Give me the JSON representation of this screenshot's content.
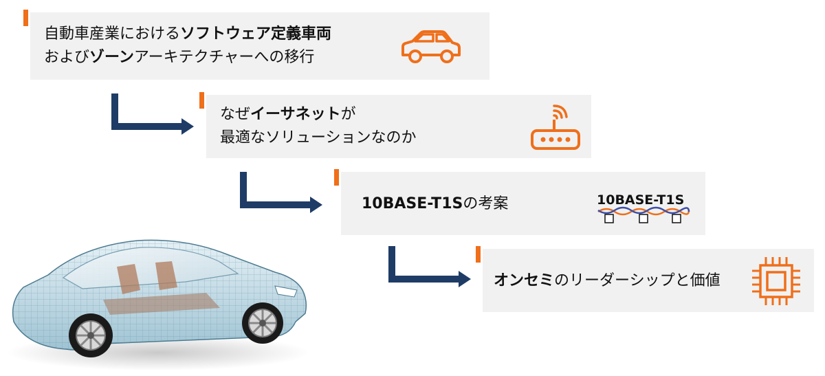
{
  "steps": [
    {
      "line1": [
        {
          "t": "自動車産業における",
          "b": false
        },
        {
          "t": "ソフトウェア定義車両",
          "b": true
        }
      ],
      "line2": [
        {
          "t": "および",
          "b": false
        },
        {
          "t": "ゾーン",
          "b": true
        },
        {
          "t": "アーキテクチャーへの移行",
          "b": false
        }
      ],
      "icon": "car-icon"
    },
    {
      "line1": [
        {
          "t": "なぜ",
          "b": false
        },
        {
          "t": "イーサネット",
          "b": true
        },
        {
          "t": "が",
          "b": false
        }
      ],
      "line2": [
        {
          "t": "最適なソリューションなのか",
          "b": false
        }
      ],
      "icon": "router-icon"
    },
    {
      "line1": [
        {
          "t": "10BASE-T1S",
          "b": true
        },
        {
          "t": "の考案",
          "b": false
        }
      ],
      "icon": "bus-diagram-icon",
      "icon_label": "10BASE-T1S"
    },
    {
      "line1": [
        {
          "t": "オンセミ",
          "b": true
        },
        {
          "t": "のリーダーシップと価値",
          "b": false
        }
      ],
      "icon": "chip-icon"
    }
  ],
  "colors": {
    "accent": "#ef6f1a",
    "arrow": "#1f3c66",
    "card": "#f1f1f1"
  }
}
